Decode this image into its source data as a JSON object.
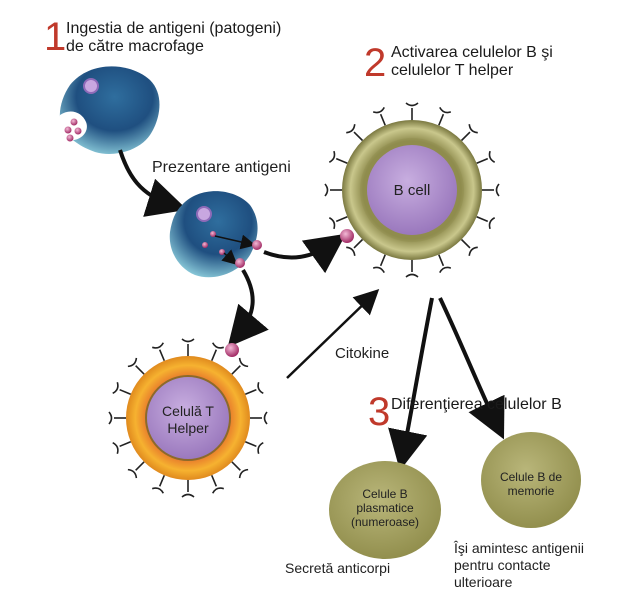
{
  "steps": [
    {
      "number": "1",
      "text_line1": "Ingestia de antigeni (patogeni)",
      "text_line2": "de către macrofage"
    },
    {
      "number": "2",
      "text_line1": "Activarea celulelor B şi",
      "text_line2": "celulelor T helper"
    },
    {
      "number": "3",
      "text_line1": "Diferenţierea celulelor B"
    }
  ],
  "labels": {
    "presentation": "Prezentare antigeni",
    "cytokines": "Citokine",
    "b_cell": "B cell",
    "t_helper_line1": "Celulă T",
    "t_helper_line2": "Helper",
    "plasma_line1": "Celule B",
    "plasma_line2": "plasmatice",
    "plasma_line3": "(numeroase)",
    "memory_line1": "Celule B de",
    "memory_line2": "memorie",
    "secretes": "Secretă anticorpi",
    "remember_line1": "Îşi amintesc antigenii",
    "remember_line2": "pentru contacte",
    "remember_line3": "ulterioare"
  },
  "colors": {
    "step_number": "#c0392b",
    "arrow": "#111111",
    "macrophage_dark": "#1f4f80",
    "macrophage_light": "#7fc3d6",
    "antigen": "#b0306e",
    "bcell_ring": "#a7a56a",
    "bcell_nucleus": "#a889c6",
    "thelper_ring": "#f08a24",
    "daughter_cell": "#9d9a55"
  }
}
